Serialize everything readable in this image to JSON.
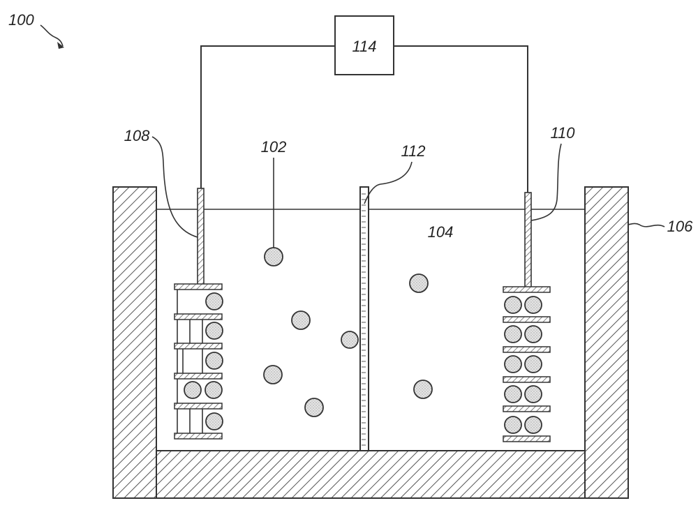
{
  "labels": {
    "figure": "100",
    "ion_left": "102",
    "electrolyte": "104",
    "container": "106",
    "electrode_left": "108",
    "electrode_right": "110",
    "separator": "112",
    "power_source": "114"
  },
  "colors": {
    "ink": "#333333",
    "particle_fill": "#e4e4e4",
    "hatch": "#555555",
    "background": "#ffffff"
  }
}
